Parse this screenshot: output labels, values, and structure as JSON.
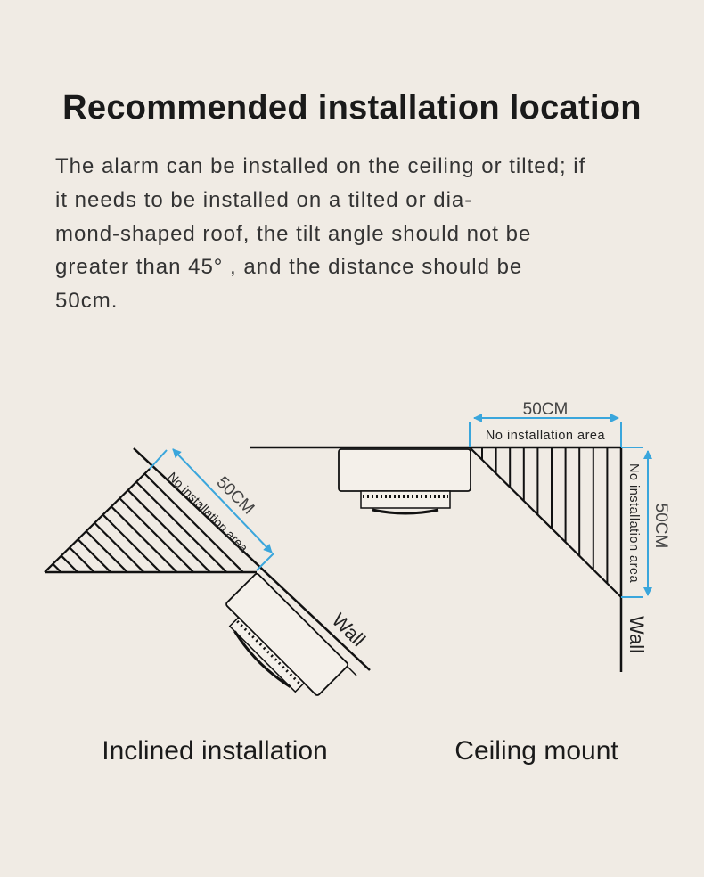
{
  "title": "Recommended installation location",
  "description_lines": [
    "The alarm can be installed on the ceiling or tilted; if",
    "it needs to be installed on a tilted or dia-",
    "mond-shaped roof, the tilt angle should not be",
    "greater than 45°  , and the distance should be",
    "50cm."
  ],
  "inclined": {
    "distance_label": "50CM",
    "zone_label": "No installation area",
    "wall_label": "Wall",
    "caption": "Inclined installation"
  },
  "ceiling": {
    "top_distance_label": "50CM",
    "top_zone_label": "No installation area",
    "side_distance_label": "50CM",
    "side_zone_label": "No installation area",
    "wall_label": "Wall",
    "caption": "Ceiling mount"
  },
  "colors": {
    "background": "#f0ebe4",
    "dimension": "#3aa6dc",
    "line": "#111111"
  }
}
